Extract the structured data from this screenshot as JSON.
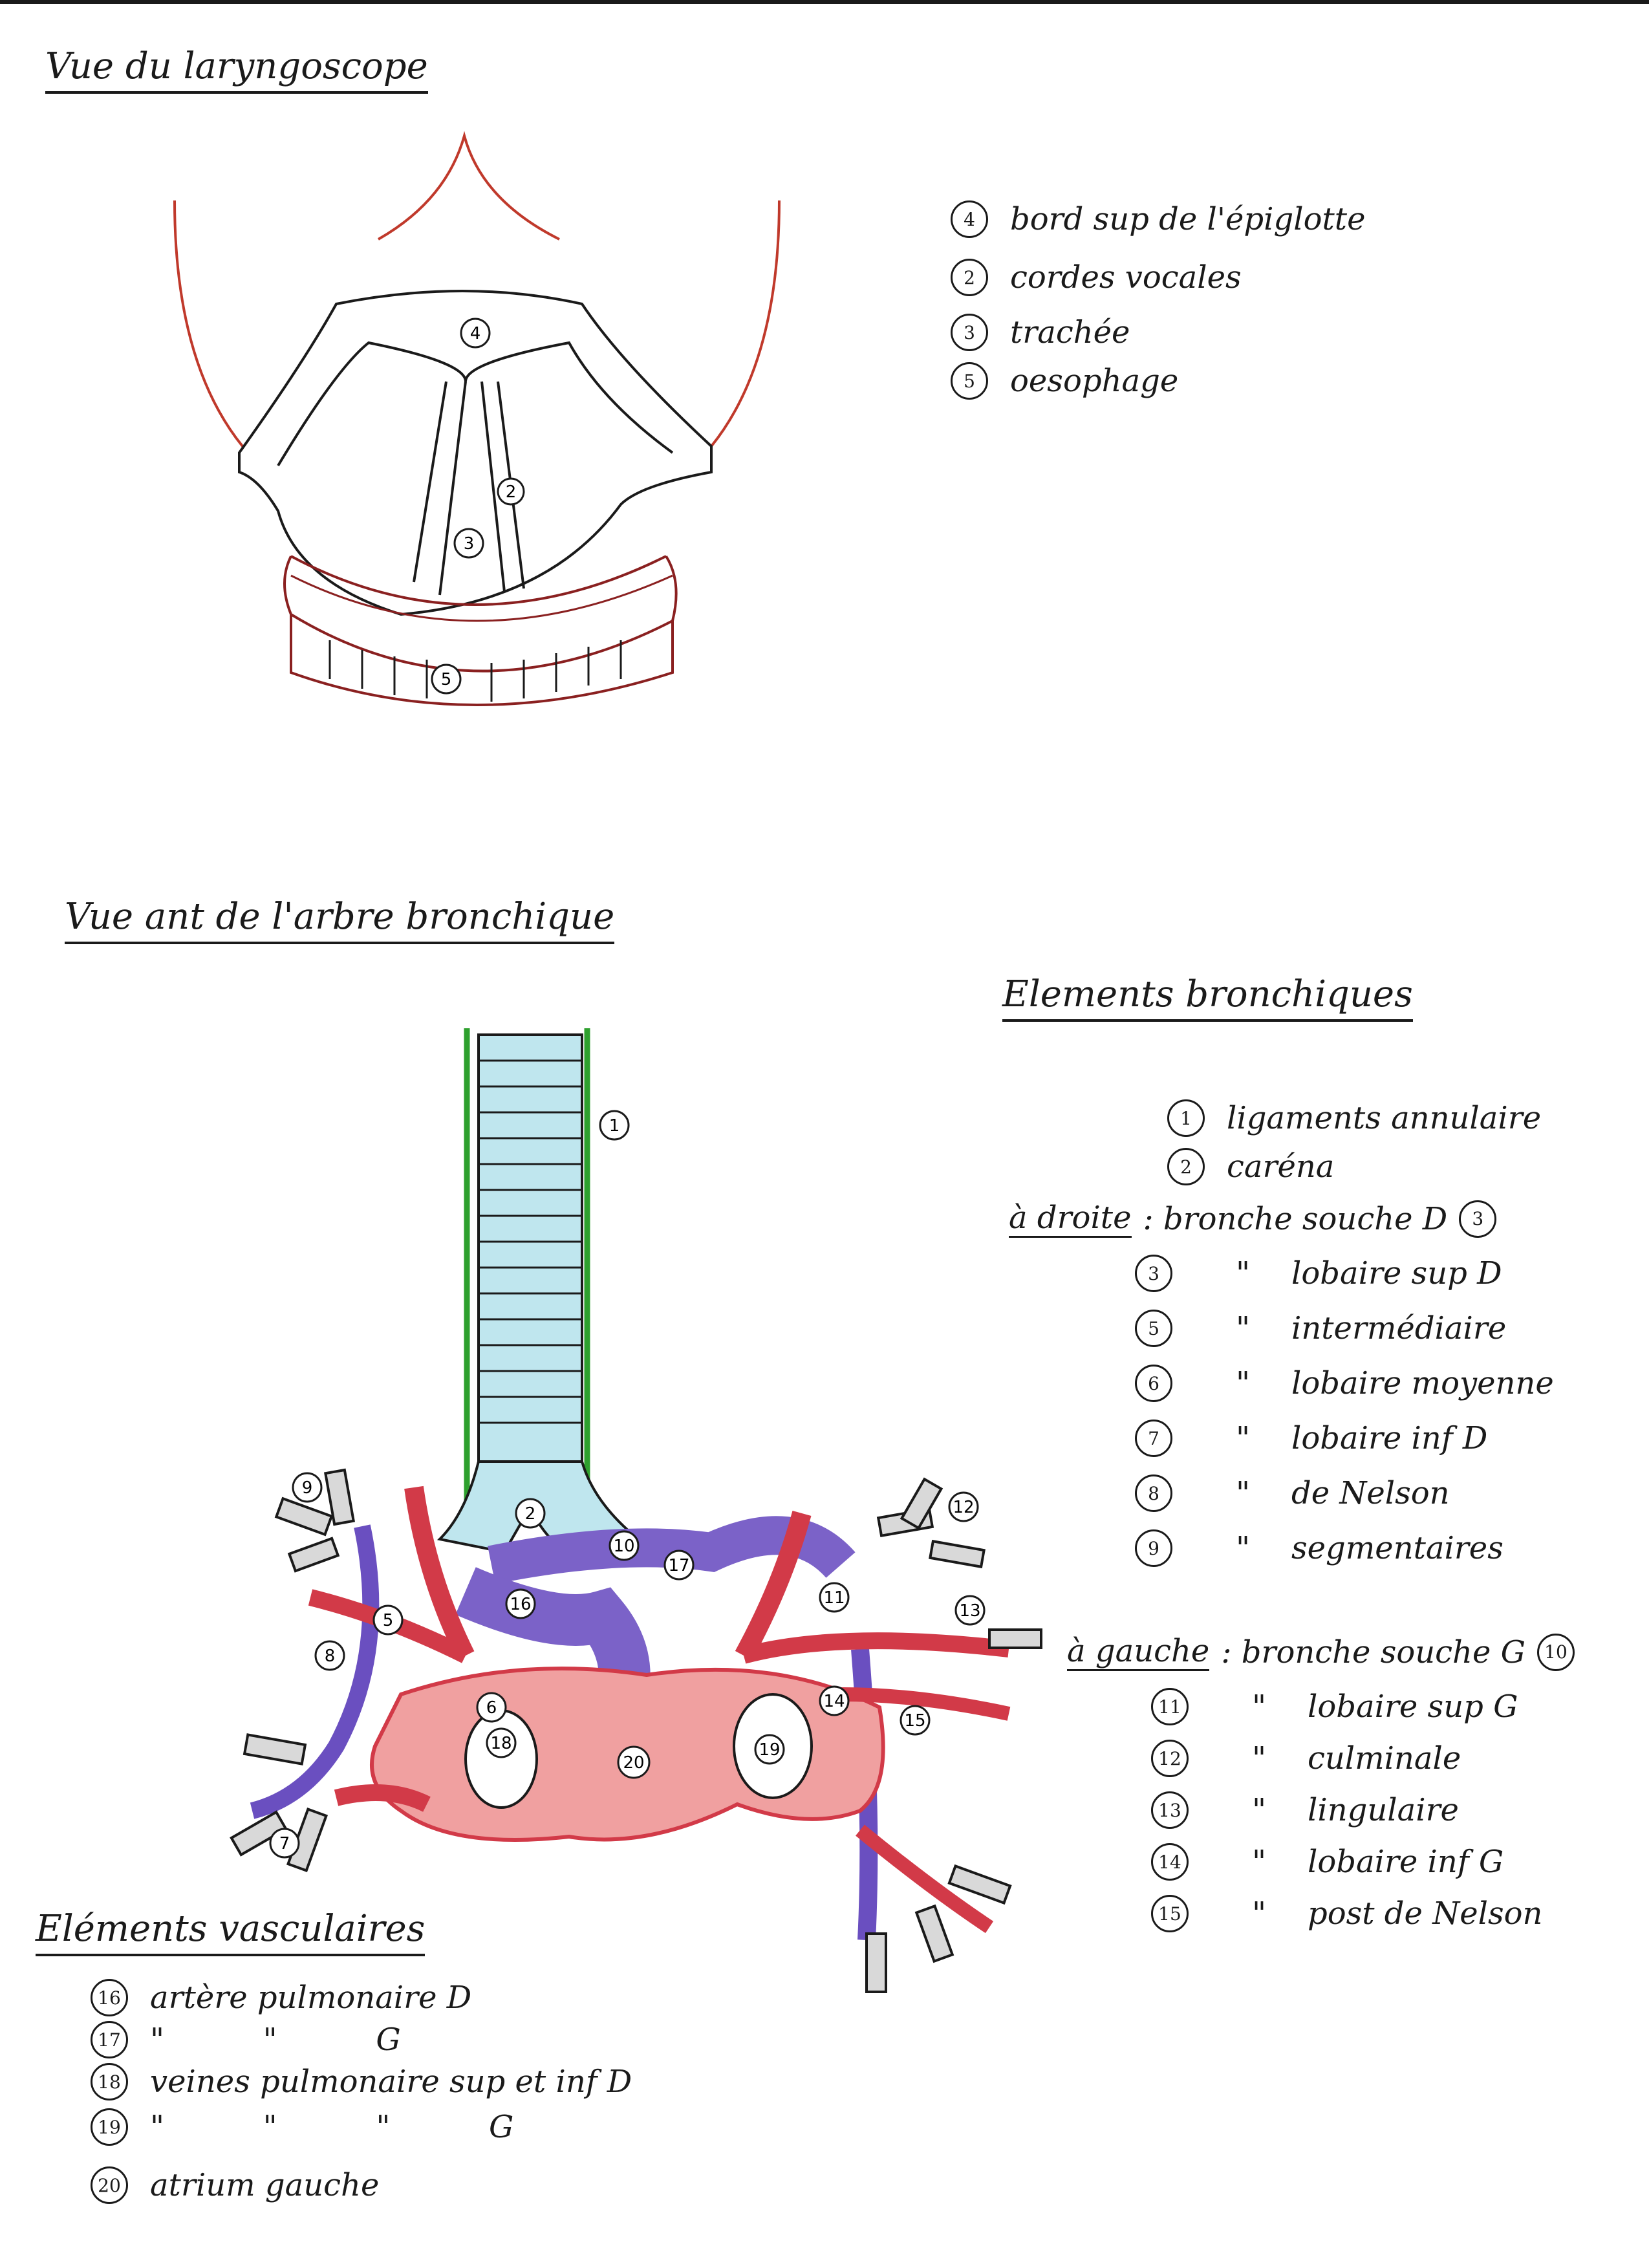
{
  "colors": {
    "ink": "#1a1a1a",
    "epiglottis": "#c0392b",
    "artery": "#d23a48",
    "vein": "#6a4fc0",
    "atrium": "#f0a0a0",
    "trachea": "#bfe6ee",
    "ligament": "#2ea02e"
  },
  "laryngoscope": {
    "title": "Vue du laryngoscope",
    "legend": [
      {
        "num": "4",
        "text": "bord sup de l'épiglotte"
      },
      {
        "num": "2",
        "text": "cordes vocales"
      },
      {
        "num": "3",
        "text": "trachée"
      },
      {
        "num": "5",
        "text": "oesophage"
      }
    ],
    "diagram_labels": {
      "epiglottis": "4",
      "cords": "2",
      "trachea": "3",
      "oesophagus": "5"
    }
  },
  "bronchial": {
    "title": "Vue ant de l'arbre bronchique",
    "bronchial_heading": "Elements bronchiques",
    "top_items": [
      {
        "num": "1",
        "text": "ligaments annulaire"
      },
      {
        "num": "2",
        "text": "caréna"
      }
    ],
    "right": {
      "label": "à droite",
      "head_text": ": bronche souche D",
      "head_num": "3",
      "items": [
        {
          "num": "3",
          "ditto": "\"",
          "text": "lobaire sup D"
        },
        {
          "num": "5",
          "ditto": "\"",
          "text": "intermédiaire"
        },
        {
          "num": "6",
          "ditto": "\"",
          "text": "lobaire moyenne"
        },
        {
          "num": "7",
          "ditto": "\"",
          "text": "lobaire inf D"
        },
        {
          "num": "8",
          "ditto": "\"",
          "text": "de Nelson"
        },
        {
          "num": "9",
          "ditto": "\"",
          "text": "segmentaires"
        }
      ]
    },
    "left": {
      "label": "à gauche",
      "head_text": ": bronche souche G",
      "head_num": "10",
      "items": [
        {
          "num": "11",
          "ditto": "\"",
          "text": "lobaire sup G"
        },
        {
          "num": "12",
          "ditto": "\"",
          "text": "culminale"
        },
        {
          "num": "13",
          "ditto": "\"",
          "text": "lingulaire"
        },
        {
          "num": "14",
          "ditto": "\"",
          "text": "lobaire inf G"
        },
        {
          "num": "15",
          "ditto": "\"",
          "text": "post de Nelson"
        }
      ]
    },
    "vascular_heading": "Eléments vasculaires",
    "vascular": [
      {
        "num": "16",
        "text": "artère pulmonaire D"
      },
      {
        "num": "17",
        "text": "\"          \"          G"
      },
      {
        "num": "18",
        "text": "veines pulmonaire sup et inf D"
      },
      {
        "num": "19",
        "text": "\"          \"          \"          G"
      },
      {
        "num": "20",
        "text": "atrium gauche"
      }
    ],
    "diagram_labels": [
      "1",
      "2",
      "5",
      "6",
      "7",
      "8",
      "9",
      "10",
      "11",
      "12",
      "13",
      "14",
      "15",
      "16",
      "17",
      "18",
      "19",
      "20"
    ]
  }
}
